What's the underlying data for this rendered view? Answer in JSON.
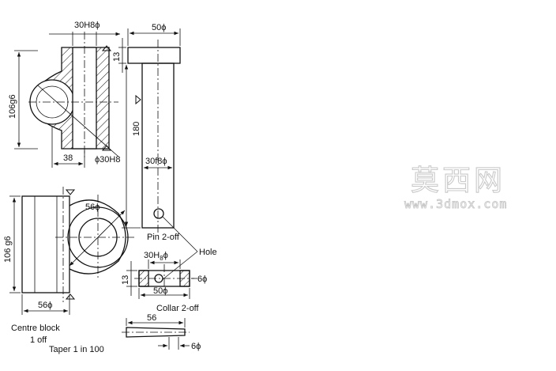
{
  "watermark": {
    "chinese": "莫西网",
    "url": "www.3dmox.com"
  },
  "centre_block": {
    "dim_top": "30H8ϕ",
    "dim_left": "106g6",
    "dim_bottom": "38",
    "dim_bore": "ϕ30H8",
    "dim_radius": "56ϕ",
    "dim_left_lower": "106 g6",
    "dim_bottom_lower": "56ϕ",
    "caption": "Centre block",
    "qty": "1 off",
    "note": "Taper 1 in 100"
  },
  "pin": {
    "dim_head": "50ϕ",
    "dim_head_h": "13",
    "dim_length": "180",
    "dim_shaft": "30f8ϕ",
    "caption": "Pin 2-off",
    "hole_label": "Hole"
  },
  "collar": {
    "dim_bore_prefix": "30H",
    "dim_bore_sub": "8",
    "dim_bore_suffix": "ϕ",
    "dim_h": "13",
    "dim_hole": "6ϕ",
    "dim_od": "50ϕ",
    "caption": "Collar 2-off"
  },
  "taper_pin": {
    "dim_length": "56",
    "dim_dia": "6ϕ"
  }
}
